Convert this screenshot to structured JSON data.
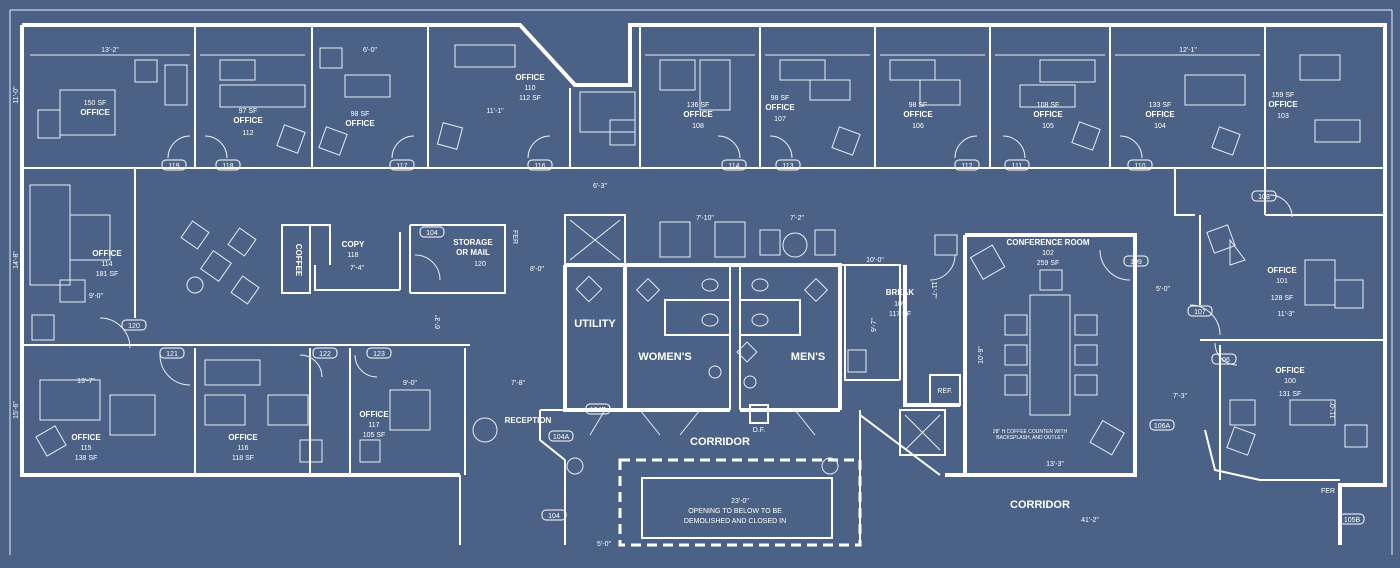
{
  "rooms": {
    "r115_top": {
      "label": "OFFICE",
      "num": "",
      "area": "150 SF"
    },
    "r112": {
      "label": "OFFICE",
      "num": "112",
      "area": "97 SF"
    },
    "r111": {
      "label": "OFFICE",
      "num": "",
      "area": "98 SF"
    },
    "r110": {
      "label": "OFFICE",
      "num": "110",
      "area": "112 SF"
    },
    "r108": {
      "label": "OFFICE",
      "num": "108",
      "area": "136 SF"
    },
    "r107": {
      "label": "OFFICE",
      "num": "107",
      "area": "98 SF"
    },
    "r106": {
      "label": "OFFICE",
      "num": "106",
      "area": "98 SF"
    },
    "r105": {
      "label": "OFFICE",
      "num": "105",
      "area": "108 SF"
    },
    "r104": {
      "label": "OFFICE",
      "num": "104",
      "area": "133 SF"
    },
    "r103": {
      "label": "OFFICE",
      "num": "103",
      "area": "159 SF"
    },
    "r114": {
      "label": "OFFICE",
      "num": "114",
      "area": "181 SF"
    },
    "r115": {
      "label": "OFFICE",
      "num": "115",
      "area": "138 SF"
    },
    "r116": {
      "label": "OFFICE",
      "num": "116",
      "area": "118 SF"
    },
    "r117": {
      "label": "OFFICE",
      "num": "117",
      "area": "105 SF"
    },
    "copy": {
      "label": "COPY",
      "num": "118"
    },
    "coffee": {
      "label": "COFFEE"
    },
    "storage": {
      "label1": "STORAGE",
      "label2": "OR MAIL",
      "num": "120"
    },
    "utility": {
      "label": "UTILITY"
    },
    "womens": {
      "label": "WOMEN'S"
    },
    "mens": {
      "label": "MEN'S"
    },
    "break": {
      "label": "BREAK",
      "num": "109",
      "area": "117 SF"
    },
    "conf": {
      "label": "CONFERENCE ROOM",
      "num": "102",
      "area": "259 SF"
    },
    "r101": {
      "label": "OFFICE",
      "num": "101",
      "area": "128 SF"
    },
    "r100": {
      "label": "OFFICE",
      "num": "100",
      "area": "131 SF"
    },
    "reception": {
      "label": "RECEPTION"
    },
    "corridor1": {
      "label": "CORRIDOR"
    },
    "corridor2": {
      "label": "CORRIDOR"
    },
    "ref": {
      "label": "REF."
    },
    "df": {
      "label": "D.F."
    },
    "fer1": {
      "label": "FER"
    },
    "fer2": {
      "label": "FER"
    }
  },
  "doors": {
    "d119": "119",
    "d118": "118",
    "d117": "117",
    "d116": "116",
    "d115": "114",
    "d113": "113",
    "d112": "112",
    "d111": "111",
    "d110": "110",
    "d108": "108",
    "d109": "109",
    "d107": "107",
    "d106": "106",
    "d120": "120",
    "d121": "121",
    "d122": "122",
    "d123": "123",
    "d104": "104",
    "d104a": "104A",
    "d104b": "104B",
    "d104c": "104",
    "d106a": "106A",
    "d105b": "105B"
  },
  "notes": {
    "opening1": "OPENING TO BELOW TO BE",
    "opening2": "DEMOLISHED AND CLOSED IN",
    "counter1": "28\" H COFFEE COUNTER WITH",
    "counter2": "BACKSPLASH, AND OUTLET"
  },
  "dims": {
    "d1": "13'-2\"",
    "d2": "6'-0\"",
    "d3": "11'-0\"",
    "d4": "11'-1\"",
    "d5": "6'-3\"",
    "d6": "7'-10\"",
    "d7": "7'-2\"",
    "d8": "12'-1\"",
    "d9": "14'-8\"",
    "d10": "9'-0\"",
    "d11": "7'-4\"",
    "d12": "8'-0\"",
    "d13": "10'-0\"",
    "d14": "11'-7\"",
    "d15": "9'-7\"",
    "d16": "5'-0\"",
    "d17": "11'-3\"",
    "d18": "13'-7\"",
    "d19": "9'-0\"",
    "d20": "7'-8\"",
    "d21": "7'-3\"",
    "d22": "13'-3\"",
    "d23": "23'-0\"",
    "d24": "41'-2\"",
    "d25": "5'-0\"",
    "d26": "10'-9\"",
    "d27": "6'-3\"",
    "d28": "15'-6\"",
    "d29": "11'-0\""
  }
}
